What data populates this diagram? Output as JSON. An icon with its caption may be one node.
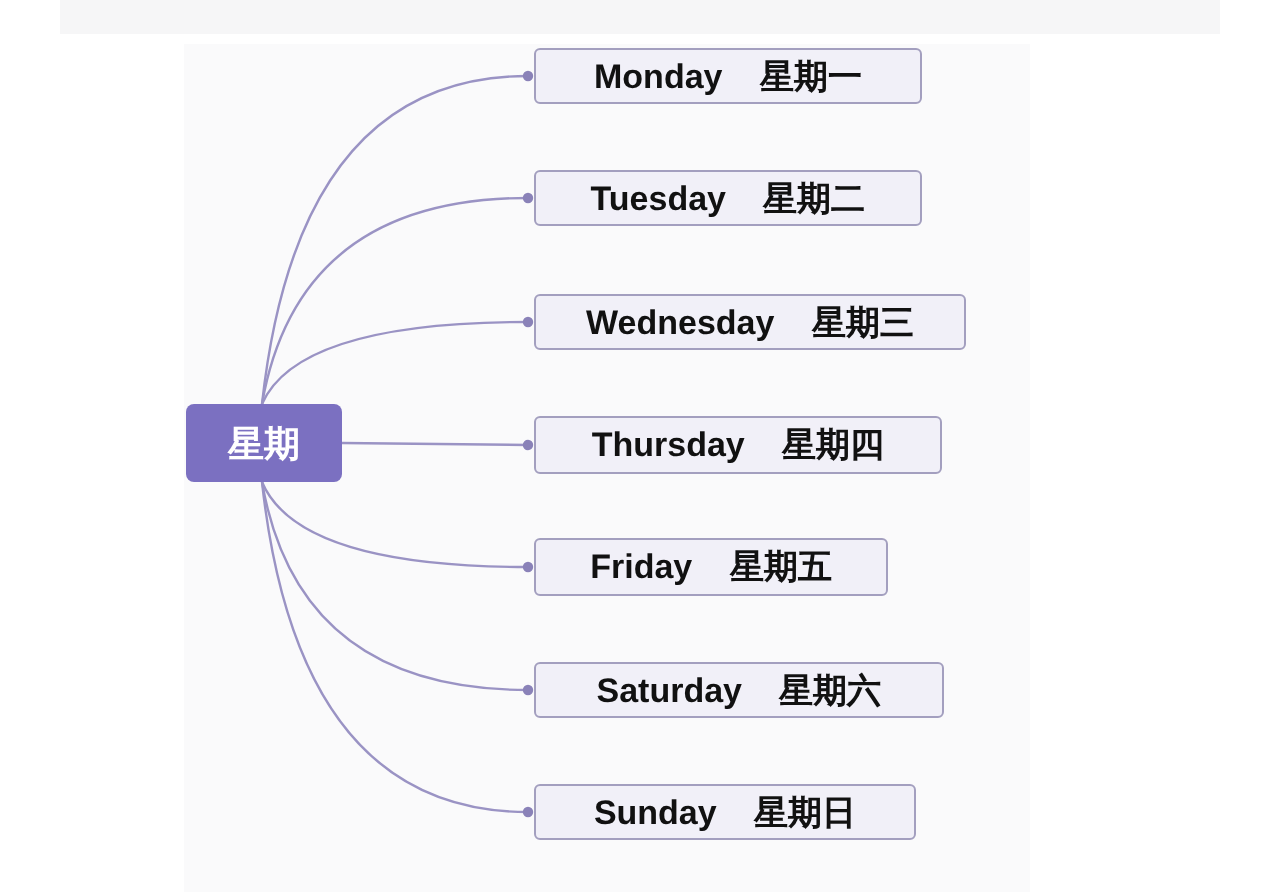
{
  "diagram": {
    "nodes": [
      {
        "text": [
          "星期"
        ]
      },
      {
        "text": [
          "Monday 星期一"
        ]
      },
      {
        "text": [
          "Tuesday 星期二"
        ]
      },
      {
        "text": [
          "Wednesday 星期三"
        ]
      },
      {
        "text": [
          "Thursday 星期四"
        ]
      },
      {
        "text": [
          "Friday 星期五"
        ]
      },
      {
        "text": [
          "Saturday 星期六"
        ]
      },
      {
        "text": [
          "Sunday 星期日"
        ]
      }
    ],
    "edges": [
      {
        "from": 0,
        "to": 1,
        "arrow": "other"
      },
      {
        "from": 0,
        "to": 2,
        "arrow": "other"
      },
      {
        "from": 0,
        "to": 3,
        "arrow": "other"
      },
      {
        "from": 0,
        "to": 4,
        "arrow": "other"
      },
      {
        "from": 0,
        "to": 5,
        "arrow": "other"
      },
      {
        "from": 0,
        "to": 6,
        "arrow": "other"
      },
      {
        "from": 0,
        "to": 7,
        "arrow": "other"
      }
    ]
  }
}
